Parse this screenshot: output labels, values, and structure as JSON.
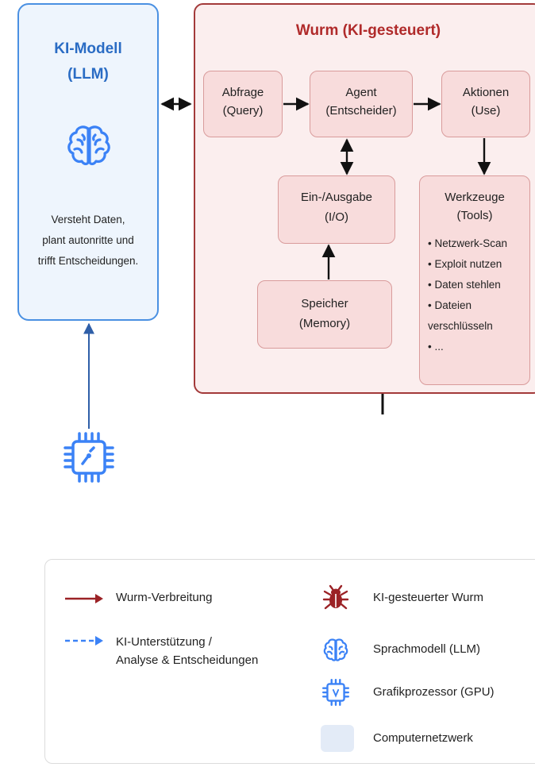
{
  "llm": {
    "title_line1": "KI-Modell",
    "title_line2": "(LLM)",
    "desc_line1": "Versteht Daten,",
    "desc_line2": "plant autonritte und",
    "desc_line3": "trifft Entscheidungen."
  },
  "worm": {
    "title": "Wurm (KI-gesteuert)",
    "query": {
      "line1": "Abfrage",
      "line2": "(Query)"
    },
    "agent": {
      "line1": "Agent",
      "line2": "(Entscheider)"
    },
    "actions": {
      "line1": "Aktionen",
      "line2": "(Use)"
    },
    "io": {
      "line1": "Ein-/Ausgabe",
      "line2": "(I/O)"
    },
    "memory": {
      "line1": "Speicher",
      "line2": "(Memory)"
    },
    "tools": {
      "line1": "Werkzeuge",
      "line2": "(Tools)",
      "items": [
        "Netzwerk-Scan",
        "Exploit nutzen",
        "Daten stehlen",
        "Dateien verschlüsseln",
        "..."
      ]
    }
  },
  "legend": {
    "worm_spread": "Wurm-Verbreitung",
    "ai_support_line1": "KI-Unterstützung /",
    "ai_support_line2": "Analyse & Entscheidungen",
    "ai_worm": "KI-gesteuerter Wurm",
    "language_model": "Sprachmodell (LLM)",
    "gpu": "Grafikprozessor (GPU)",
    "network": "Computernetzwerk"
  },
  "colors": {
    "worm_red": "#9b2226",
    "ai_blue": "#3b82f6",
    "network_fill": "#e3ebf7"
  },
  "icons": [
    "brain-icon",
    "gpu-chip-icon",
    "bug-icon"
  ]
}
